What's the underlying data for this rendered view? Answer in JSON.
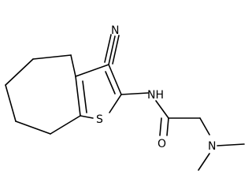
{
  "diagram": {
    "type": "chemical-structure",
    "atom_labels": {
      "nitrile_n": "N",
      "sulfur": "S",
      "amide_nh": "NH",
      "carbonyl_o": "O",
      "amine_n": "N"
    }
  }
}
